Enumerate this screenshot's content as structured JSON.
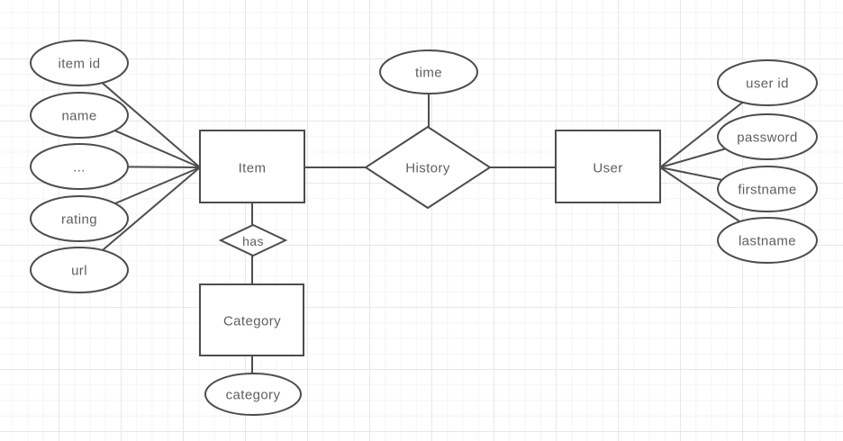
{
  "colors": {
    "shape_fill": "#ffffff",
    "shape_stroke": "#4d4d4d",
    "label_text": "#5f5f5f",
    "grid_minor": "#f4f4f4",
    "grid_major": "#e7e7e7",
    "canvas_background": "#ffffff"
  },
  "er": {
    "entities": {
      "item": {
        "label": "Item"
      },
      "user": {
        "label": "User"
      },
      "category": {
        "label": "Category"
      }
    },
    "relationships": {
      "history": {
        "label": "History"
      },
      "has": {
        "label": "has"
      }
    },
    "attributes": {
      "item": [
        "item id",
        "name",
        "...",
        "rating",
        "url"
      ],
      "history": [
        "time"
      ],
      "user": [
        "user id",
        "password",
        "firstname",
        "lastname"
      ],
      "category": [
        "category"
      ]
    }
  }
}
